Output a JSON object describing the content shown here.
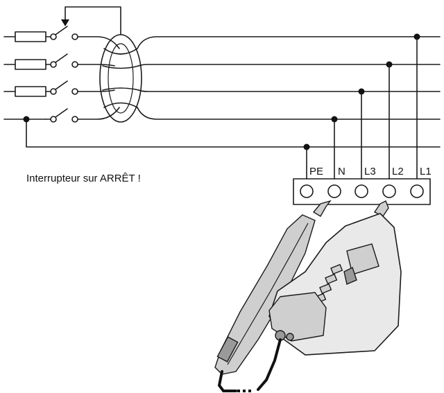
{
  "warning": {
    "text": "Interrupteur sur ARRÊT !"
  },
  "terminals": [
    {
      "label": "PE"
    },
    {
      "label": "N"
    },
    {
      "label": "L3"
    },
    {
      "label": "L2"
    },
    {
      "label": "L1"
    }
  ],
  "colors": {
    "line": "#1a1a1a",
    "device": "#e9e9e9",
    "background": "#ffffff"
  }
}
